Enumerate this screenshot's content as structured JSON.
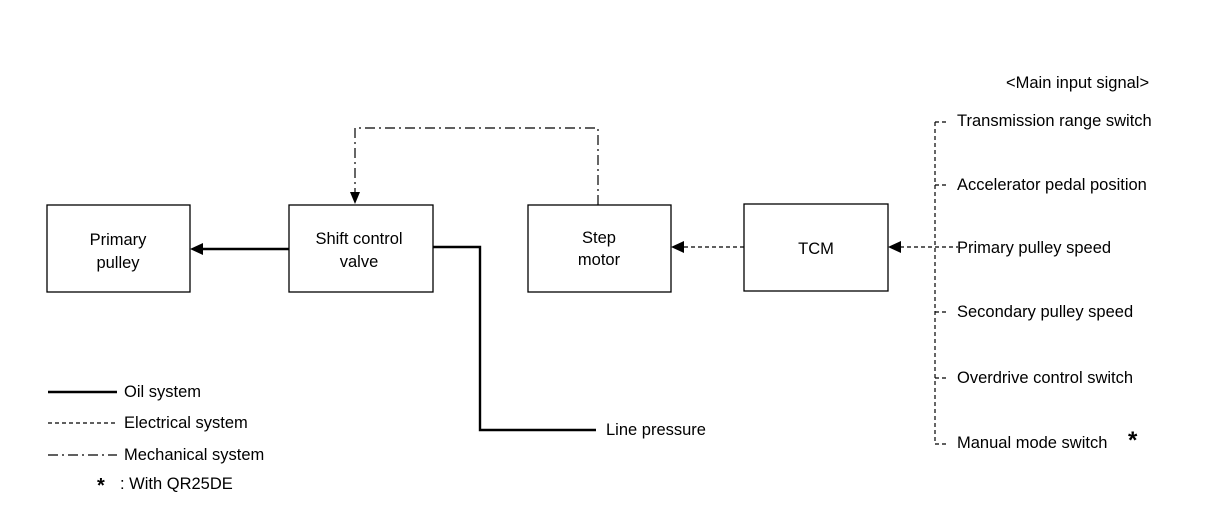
{
  "blocks": {
    "primary_pulley": [
      "Primary",
      "pulley"
    ],
    "shift_control_valve": [
      "Shift control",
      "valve"
    ],
    "step_motor": [
      "Step",
      "motor"
    ],
    "tcm": [
      "TCM"
    ]
  },
  "line_pressure_label": "Line pressure",
  "main_input_title": "<Main input signal>",
  "inputs": [
    "Transmission range switch",
    "Accelerator pedal position",
    "Primary pulley speed",
    "Secondary pulley speed",
    "Overdrive control switch",
    "Manual mode switch"
  ],
  "manual_mode_asterisk": "*",
  "legend": {
    "oil": "Oil system",
    "electrical": "Electrical system",
    "mechanical": "Mechanical system",
    "note_symbol": "*",
    "note_text": ": With QR25DE"
  }
}
